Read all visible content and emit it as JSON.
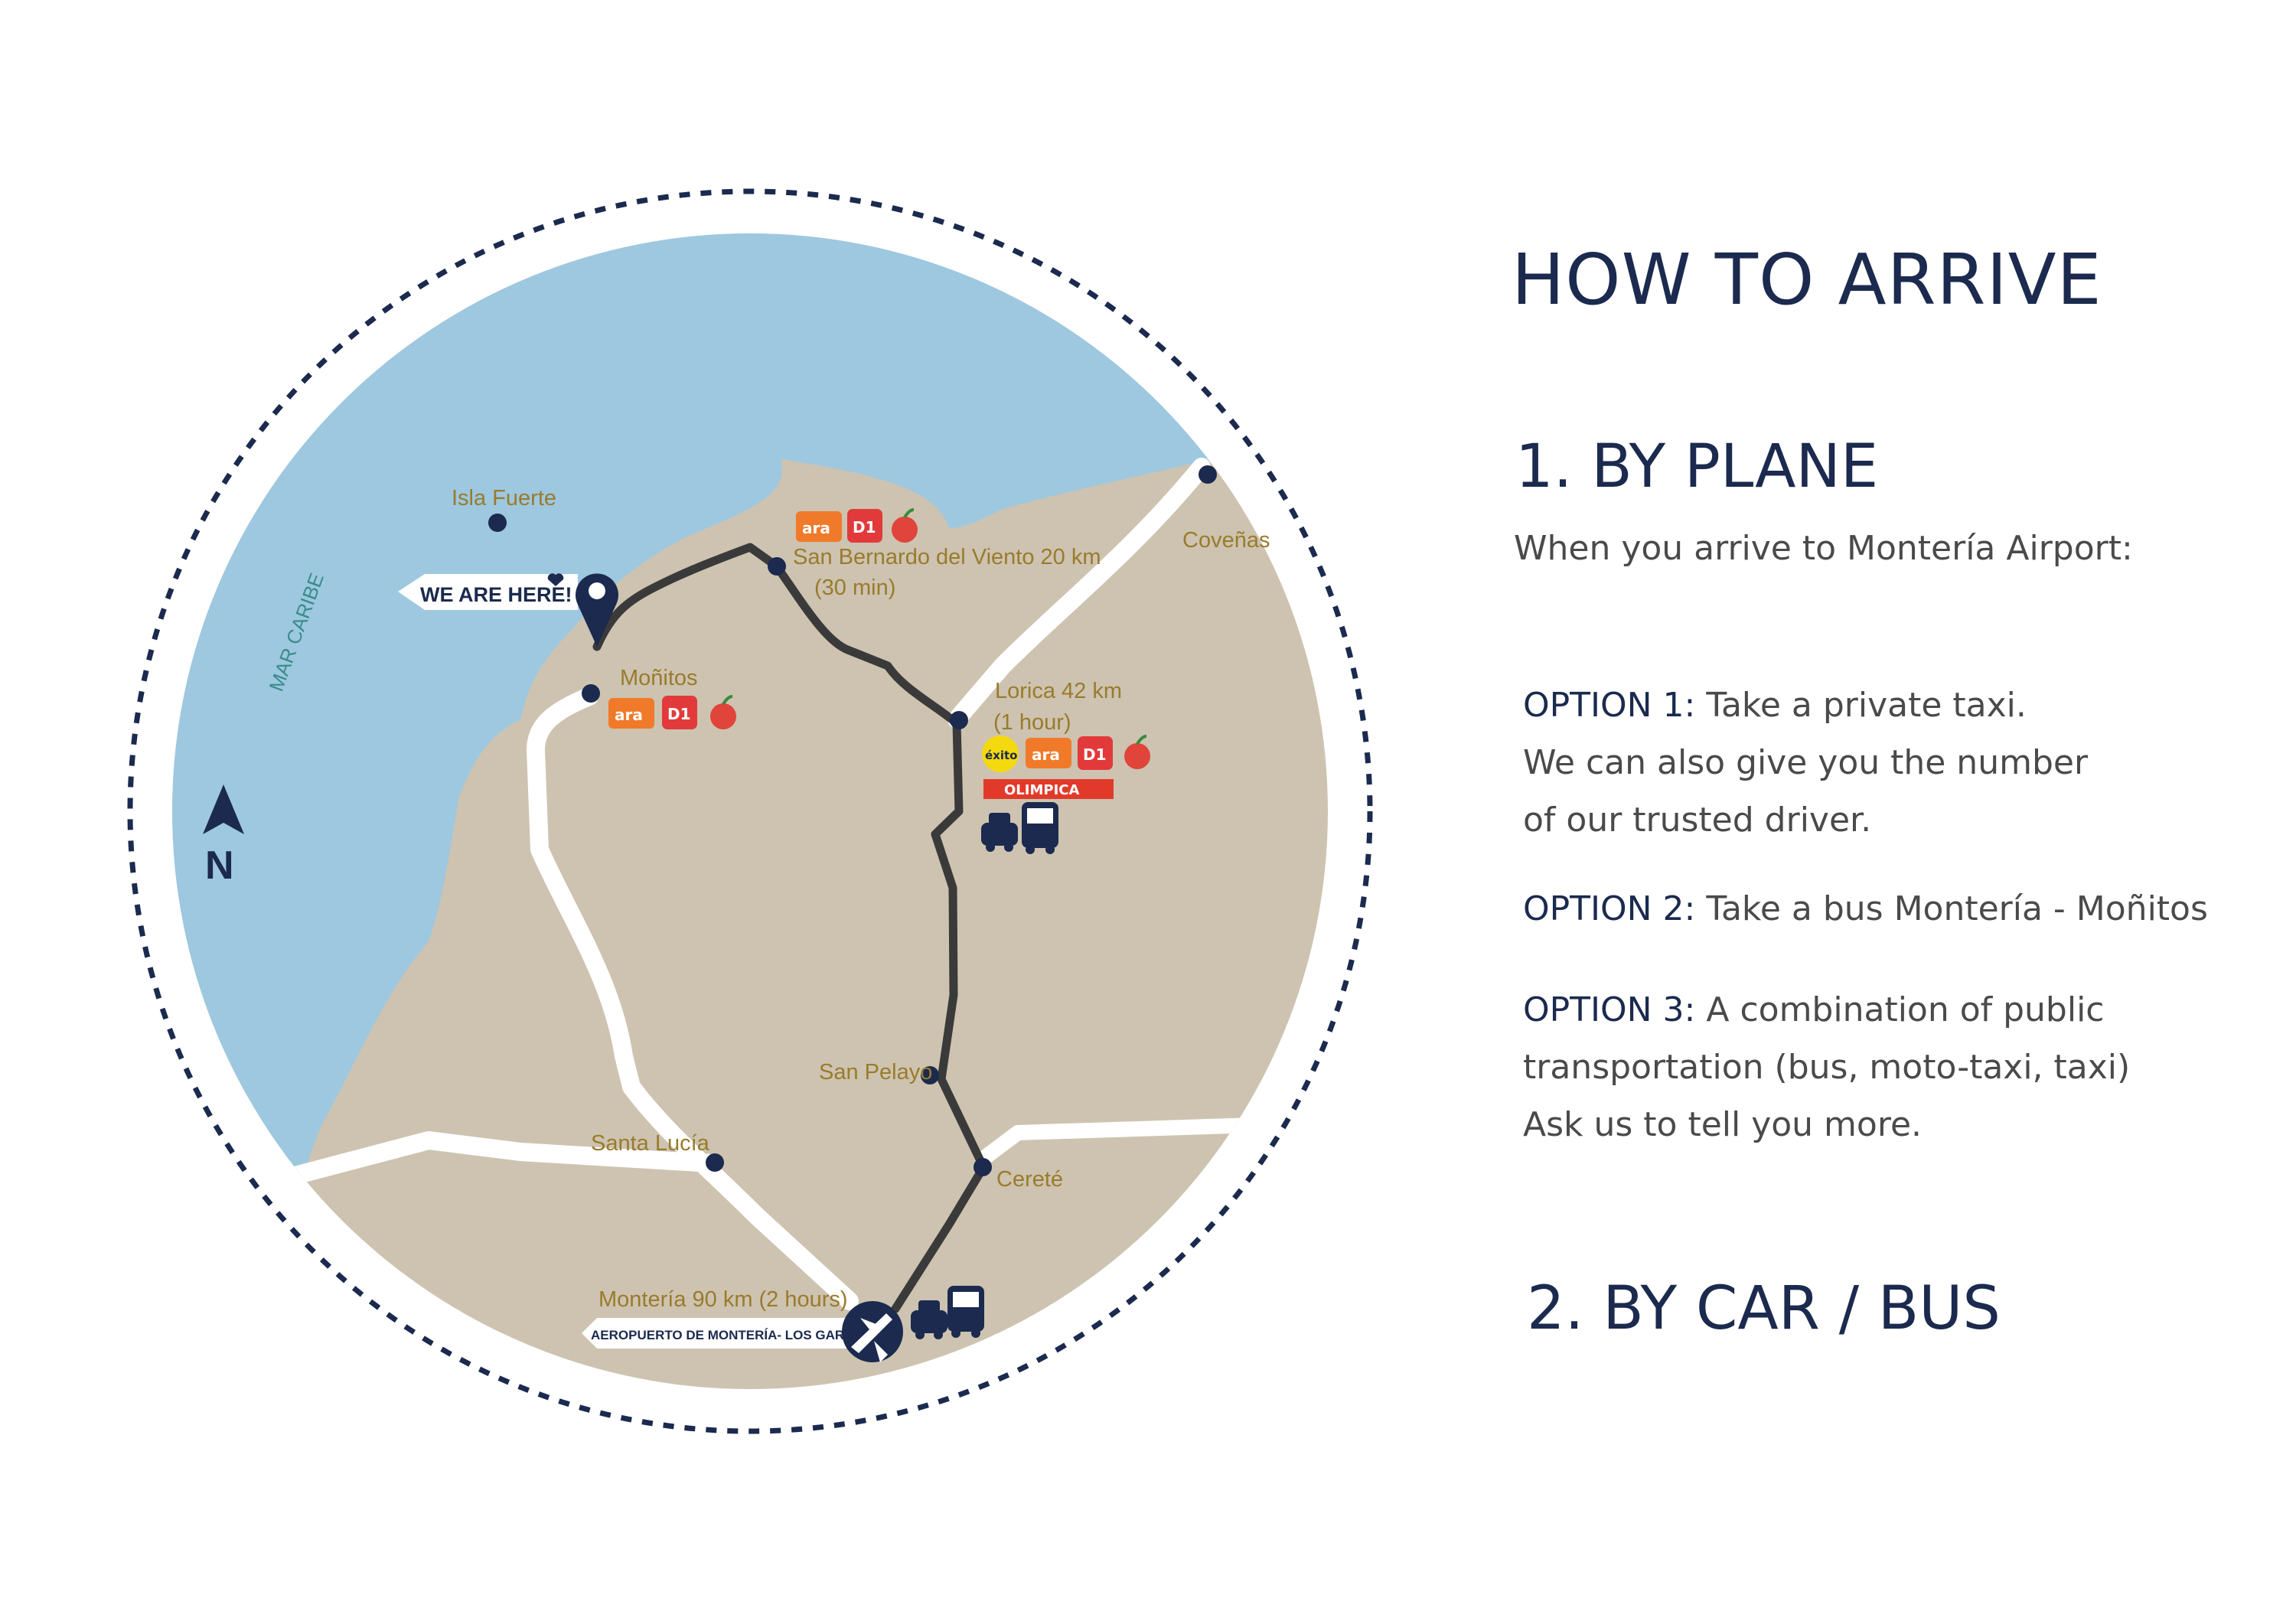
{
  "title": "HOW TO ARRIVE",
  "plane": {
    "heading": "1. BY PLANE",
    "intro": "When you arrive to Montería Airport:",
    "options": [
      {
        "key": "OPTION 1:",
        "first": "Take a private taxi.",
        "more": [
          "We can also give you the number",
          "of our trusted driver."
        ]
      },
      {
        "key": "OPTION 2:",
        "first": "Take a bus Montería - Moñitos",
        "more": []
      },
      {
        "key": "OPTION 3:",
        "first": "A combination of public",
        "more": [
          "transportation (bus, moto-taxi, taxi)",
          "Ask us to tell you more."
        ]
      }
    ]
  },
  "car_bus": {
    "heading": "2. BY CAR / BUS"
  },
  "map": {
    "we_are_here": "WE ARE HERE!",
    "sea_label": "MAR CARIBE",
    "north_label": "N",
    "places": {
      "isla_fuerte": "Isla Fuerte",
      "san_bernardo_1": "San Bernardo del Viento 20 km",
      "san_bernardo_2": "(30 min)",
      "covenas": "Coveñas",
      "monitos": "Moñitos",
      "lorica_1": "Lorica 42 km",
      "lorica_2": "(1 hour)",
      "san_pelayo": "San Pelayo",
      "santa_lucia": "Santa Lucía",
      "cerete": "Cereté",
      "monteria": "Montería 90 km (2 hours)"
    },
    "airport_label": "AEROPUERTO DE MONTERÍA- LOS GARZONES",
    "stores": {
      "ara": "ara",
      "d1": "D1",
      "exito": "éxito",
      "olimpica": "OLIMPICA"
    },
    "colors": {
      "sea": "#9dc8e0",
      "land": "#cdc3b0",
      "road": "#ffffff",
      "route": "#3a3a3a",
      "navy": "#1b2a4e",
      "label": "#9a7b2c"
    }
  }
}
